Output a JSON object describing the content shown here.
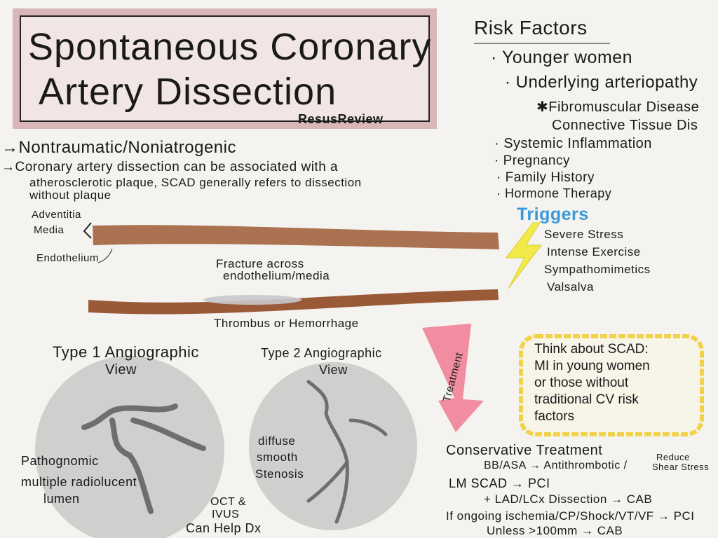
{
  "title": {
    "line1": "Spontaneous Coronary",
    "line2": "Artery Dissection",
    "brand": "ResusReview"
  },
  "definition": {
    "line1": "→Nontraumatic/Noniatrogenic",
    "line2": "→Coronary artery dissection can be associated with a",
    "line3": "atherosclerotic plaque, SCAD generally refers to dissection",
    "line4": "without plaque"
  },
  "artery_labels": {
    "adventitia": "Adventitia",
    "media": "Media",
    "endothelium": "Endothelium",
    "fracture1": "Fracture across",
    "fracture2": "endothelium/media",
    "thrombus": "Thrombus or Hemorrhage"
  },
  "risk_factors": {
    "heading": "Risk Factors",
    "items": [
      "· Younger women",
      "· Underlying arteriopathy",
      "✱Fibromuscular Disease",
      "Connective Tissue Dis",
      "· Systemic Inflammation",
      "· Pregnancy",
      "· Family History",
      "· Hormone Therapy"
    ]
  },
  "triggers": {
    "heading": "Triggers",
    "items": [
      "Severe Stress",
      "Intense Exercise",
      "Sympathomimetics",
      "Valsalva"
    ]
  },
  "type1": {
    "heading1": "Type 1 Angiographic",
    "heading2": "View",
    "note1": "Pathognomic",
    "note2": "multiple radiolucent",
    "note3": "lumen"
  },
  "type2": {
    "heading1": "Type 2 Angiographic",
    "heading2": "View",
    "note1": "diffuse",
    "note2": "smooth",
    "note3": "Stenosis"
  },
  "imaging": {
    "line1": "OCT &",
    "line2": "IVUS",
    "line3": "Can Help Dx"
  },
  "treatment_arrow": "Treatment",
  "callout": {
    "lines": [
      "Think about SCAD:",
      "MI in young women",
      "or those without",
      "traditional CV risk",
      "factors"
    ]
  },
  "treatment": {
    "line1": "Conservative Treatment",
    "line2": "BB/ASA → Antithrombotic /",
    "reduce1": "Reduce",
    "reduce2": "Shear Stress",
    "line3": "LM SCAD → PCI",
    "line4": "+ LAD/LCx Dissection → CAB",
    "line5": "If ongoing ischemia/CP/Shock/VT/VF → PCI",
    "line6": "Unless >100mm → CAB"
  },
  "colors": {
    "artery": "#a0603f",
    "title_border": "#d9b7b9",
    "triggers": "#3a9ad9",
    "bolt": "#f1ea4a",
    "arrow": "#f07a93",
    "callout_border": "#f2d24a"
  }
}
